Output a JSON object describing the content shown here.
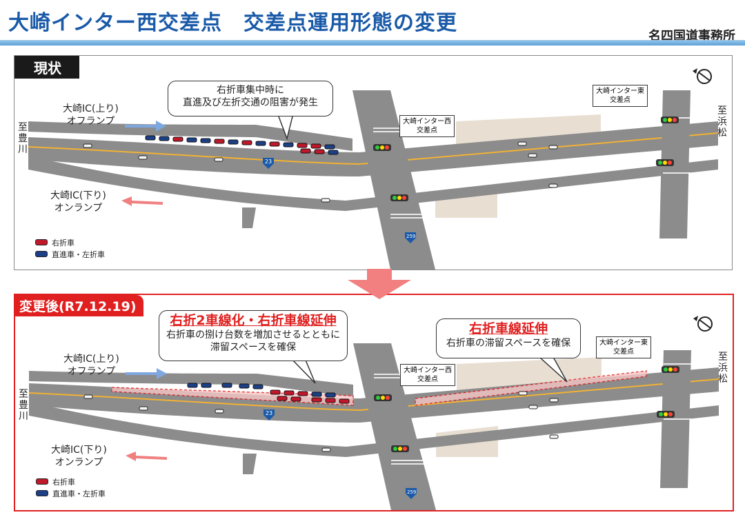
{
  "header": {
    "title": "大崎インター西交差点　交差点運用形態の変更",
    "office": "名四国道事務所"
  },
  "panels": {
    "current": {
      "label": "現状",
      "callout_line1": "右折車集中時に",
      "callout_line2": "直進及び左折交通の阻害が発生"
    },
    "after": {
      "label": "変更後(R7.12.19)",
      "callout1_title": "右折2車線化・右折車線延伸",
      "callout1_line1": "右折車の捌け台数を増加させるとともに",
      "callout1_line2": "滞留スペースを確保",
      "callout2_title": "右折車線延伸",
      "callout2_line1": "右折車の滞留スペースを確保"
    }
  },
  "map": {
    "up_offramp_line1": "大崎IC(上り)",
    "up_offramp_line2": "オフランプ",
    "down_onramp_line1": "大崎IC(下り)",
    "down_onramp_line2": "オンランプ",
    "west_intersection_line1": "大崎インター西",
    "west_intersection_line2": "交差点",
    "east_intersection_line1": "大崎インター東",
    "east_intersection_line2": "交差点",
    "to_toyokawa": [
      "至",
      "豊",
      "川"
    ],
    "to_hamamatsu": [
      "至",
      "浜",
      "松"
    ],
    "route_23": "23",
    "route_259": "259"
  },
  "legend": {
    "right_turn": "右折車",
    "straight_left": "直進車・左折車"
  },
  "colors": {
    "title_blue": "#1a5aa8",
    "right_turn_car": "#c0182a",
    "straight_car": "#1c3f86",
    "road": "#8c8c8c",
    "highlight_red": "#e02020"
  }
}
